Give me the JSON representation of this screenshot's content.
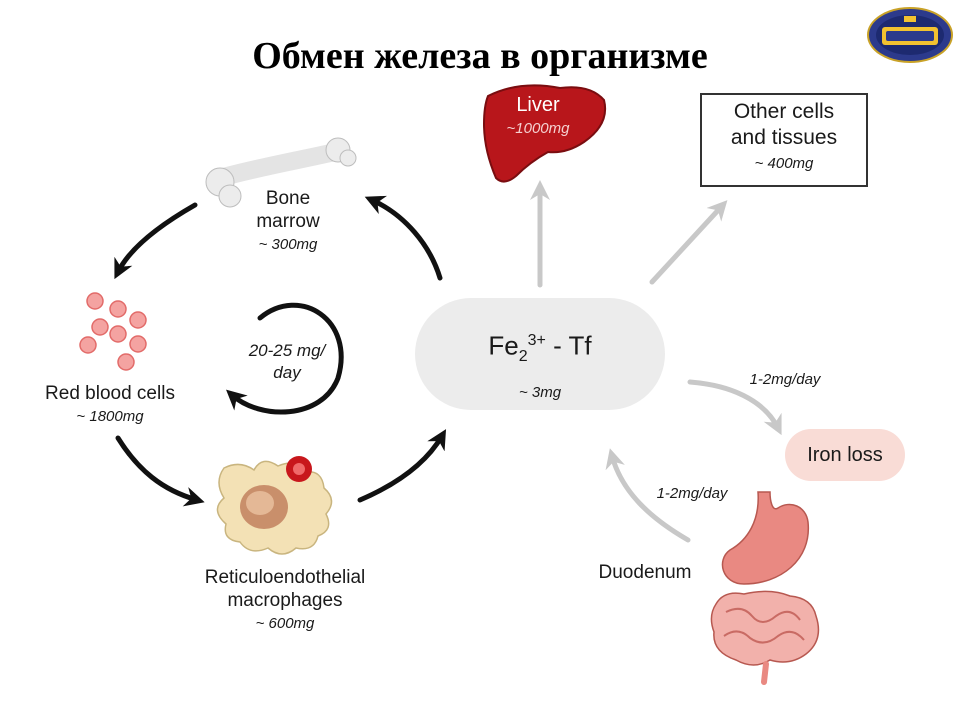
{
  "title": "Обмен железа в организме",
  "logo": {
    "icon": "university-crest-icon",
    "colors": {
      "outer": "#2c3a8c",
      "inner": "#f2c230"
    }
  },
  "nodes": {
    "bone_marrow": {
      "name_line1": "Bone",
      "name_line2": "marrow",
      "amount": "~ 300mg"
    },
    "red_blood_cells": {
      "name": "Red blood cells",
      "amount": "~ 1800mg"
    },
    "macrophages": {
      "name_line1": "Reticuloendothelial",
      "name_line2": "macrophages",
      "amount": "~ 600mg"
    },
    "cycle_rate": {
      "line1": "20-25 mg/",
      "line2": "day"
    },
    "liver": {
      "name": "Liver",
      "amount": "~1000mg"
    },
    "other_cells": {
      "name_line1": "Other cells",
      "name_line2": "and tissues",
      "amount": "~ 400mg"
    },
    "fe_tf": {
      "base": "Fe",
      "sub": "2",
      "sup": "3+",
      "suffix": " - Tf",
      "amount": "~ 3mg"
    },
    "iron_loss": {
      "name": "Iron loss",
      "rate": "1-2mg/day"
    },
    "duodenum": {
      "name": "Duodenum",
      "rate": "1-2mg/day"
    }
  },
  "colors": {
    "liver": "#b8161b",
    "rbc": "#f4a3a1",
    "macrophage": "#f3e1b5",
    "pill": "#ececec",
    "iron_loss_box": "#f9dcd6",
    "arrow_dark": "#111111",
    "arrow_grey": "#c8c8c8"
  }
}
